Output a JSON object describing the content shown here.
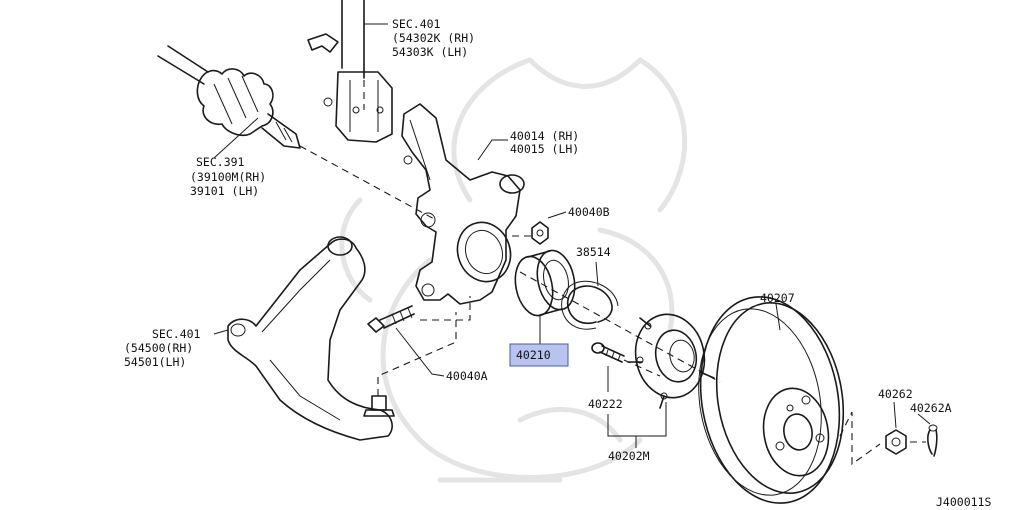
{
  "diagram": {
    "labels": {
      "sec401_top": "SEC.401",
      "sec401_top_rh": "(54302K (RH)",
      "sec401_top_lh": " 54303K (LH)",
      "knuckle_rh": "40014 (RH)",
      "knuckle_lh": "40015 (LH)",
      "sec391": "SEC.391",
      "sec391_rh": "(39100M(RH)",
      "sec391_lh": " 39101  (LH)",
      "nut_40040b": "40040B",
      "snap_ring": "38514",
      "rotor": "40207",
      "sec401_bottom": "SEC.401",
      "sec401_bottom_rh": "(54500(RH)",
      "sec401_bottom_lh": " 54501(LH)",
      "bearing": "40210",
      "bolt_40040a": "40040A",
      "hub_bolt": "40222",
      "hub_assy": "40202M",
      "hub_nut": "40262",
      "cotter_pin": "40262A",
      "diagram_code": "J400011S"
    },
    "highlight_color": "#b8c4ee"
  }
}
